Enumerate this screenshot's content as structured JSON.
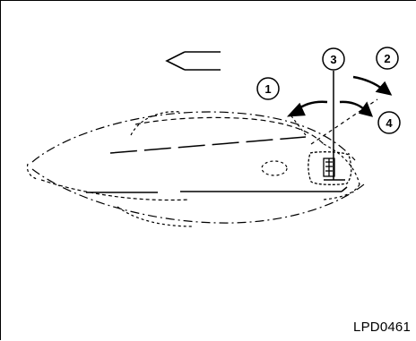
{
  "figure_code": "LPD0461",
  "callouts": [
    "1",
    "2",
    "3",
    "4"
  ],
  "icons": [
    "direction-arrow-icon",
    "door-handle-icon"
  ]
}
